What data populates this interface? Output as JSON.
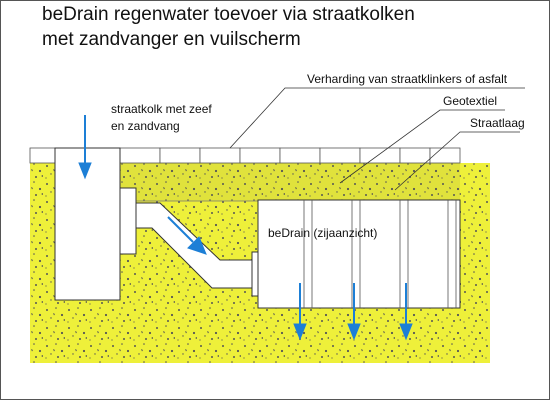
{
  "title": {
    "line1": "beDrain regenwater toevoer via straatkolken",
    "line2": "met zandvanger en vuilscherm"
  },
  "labels": {
    "pavement": "Verharding van straatklinkers of asfalt",
    "geotextile": "Geotextiel",
    "street_layer": "Straatlaag",
    "gully_line1": "straatkolk met zeef",
    "gully_line2": "en zandvang",
    "bedrain": "beDrain (zijaanzicht)"
  },
  "colors": {
    "soil": "#eef03a",
    "street_layer": "#e0e23c",
    "arrow": "#1d7fd6",
    "outline": "#333333"
  }
}
